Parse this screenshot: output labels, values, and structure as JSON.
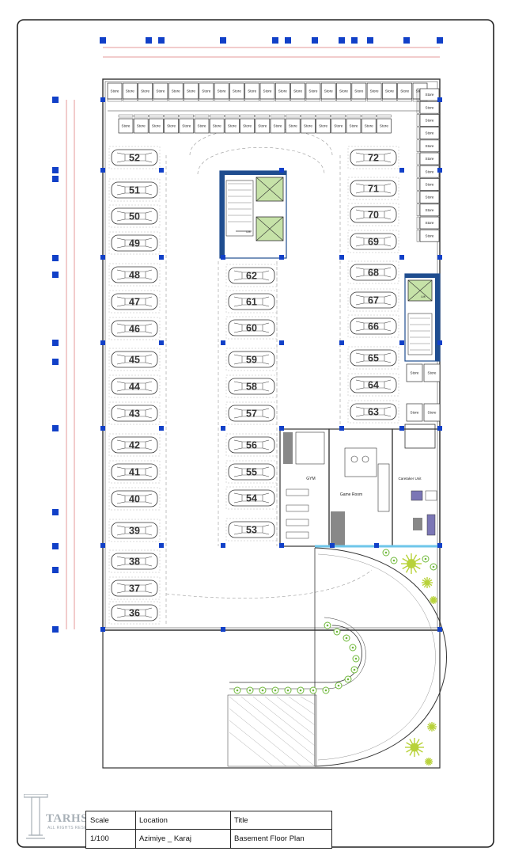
{
  "plan": {
    "stores_top_row": [
      "Store",
      "Store",
      "Store",
      "Store",
      "Store",
      "Store",
      "Store",
      "Store",
      "Store",
      "Store",
      "Store",
      "Store",
      "Store",
      "Store",
      "Store",
      "Store",
      "Store",
      "Store",
      "Store",
      "Store",
      "Store"
    ],
    "stores_second_row": [
      "Store",
      "Store",
      "Store",
      "Store",
      "Store",
      "Store",
      "Store",
      "Store",
      "Store",
      "Store",
      "Store",
      "Store",
      "Store",
      "Store",
      "Store",
      "Store",
      "Store",
      "Store"
    ],
    "stores_right_column": [
      "Store",
      "Store",
      "Store",
      "Store",
      "Store",
      "Store",
      "Store",
      "Store",
      "Store",
      "Store",
      "Store",
      "Store"
    ],
    "stores_lower_right": [
      "Store",
      "Store",
      "Store",
      "Store"
    ],
    "parking_left_column": [
      "52",
      "51",
      "50",
      "49",
      "48",
      "47",
      "46",
      "45",
      "44",
      "43",
      "42",
      "41",
      "40",
      "39",
      "38",
      "37",
      "36"
    ],
    "parking_middle_column": [
      "62",
      "61",
      "60",
      "59",
      "58",
      "57",
      "56",
      "55",
      "54",
      "53"
    ],
    "parking_right_column": [
      "72",
      "71",
      "70",
      "69",
      "68",
      "67",
      "66",
      "65",
      "64",
      "63"
    ],
    "rooms": {
      "gym": "GYM",
      "game_room": "Game Room",
      "caretaker": "Caretaker Unit"
    },
    "lift_label": "Lift",
    "colors": {
      "line": "#333333",
      "column_marker": "#1140c8",
      "core_wall": "#1f4d8f",
      "elevator_fill": "#c6e2a8",
      "tree": "#b8d23a",
      "dashed": "#999999"
    }
  },
  "title_block": {
    "scale_header": "Scale",
    "scale_value": "1/100",
    "location_header": "Location",
    "location_value": "Azimiye _ Karaj",
    "title_header": "Title",
    "title_value": "Basement Floor Plan"
  },
  "logo": {
    "name": "TARHSARA",
    "tagline": "ALL RIGHTS RESERVED"
  }
}
